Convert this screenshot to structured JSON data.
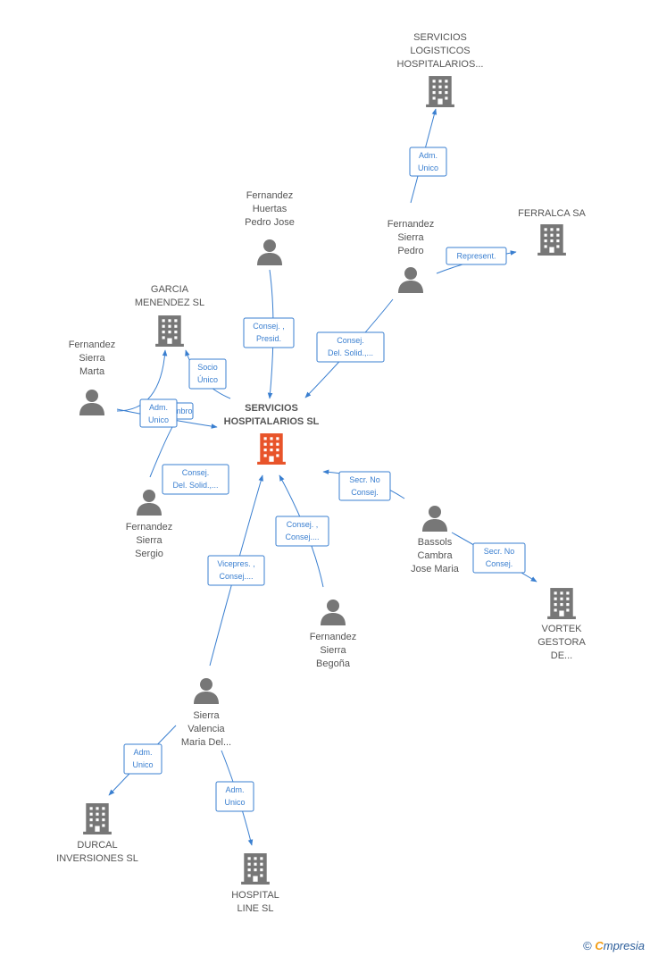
{
  "colors": {
    "edge": "#3a7fd0",
    "node": "#777777",
    "center": "#e8542a"
  },
  "nodes": [
    {
      "id": "servicios-hosp",
      "type": "company",
      "center": true,
      "lines": [
        "SERVICIOS",
        "HOSPITALARIOS SL"
      ]
    },
    {
      "id": "servicios-log",
      "type": "company",
      "lines": [
        "SERVICIOS",
        "LOGISTICOS",
        "HOSPITALARIOS..."
      ]
    },
    {
      "id": "ferralca",
      "type": "company",
      "lines": [
        "FERRALCA SA"
      ]
    },
    {
      "id": "garcia-menendez",
      "type": "company",
      "lines": [
        "GARCIA",
        "MENENDEZ SL"
      ]
    },
    {
      "id": "vortek",
      "type": "company",
      "lines": [
        "VORTEK",
        "GESTORA",
        "DE..."
      ]
    },
    {
      "id": "durcal",
      "type": "company",
      "lines": [
        "DURCAL",
        "INVERSIONES SL"
      ]
    },
    {
      "id": "hospital-line",
      "type": "company",
      "lines": [
        "HOSPITAL",
        "LINE SL"
      ]
    },
    {
      "id": "fh-pedro-jose",
      "type": "person",
      "lines": [
        "Fernandez",
        "Huertas",
        "Pedro Jose"
      ]
    },
    {
      "id": "fs-pedro",
      "type": "person",
      "lines": [
        "Fernandez",
        "Sierra",
        "Pedro"
      ]
    },
    {
      "id": "fs-marta",
      "type": "person",
      "lines": [
        "Fernandez",
        "Sierra",
        "Marta"
      ]
    },
    {
      "id": "fs-sergio",
      "type": "person",
      "lines": [
        "Fernandez",
        "Sierra",
        "Sergio"
      ]
    },
    {
      "id": "bassols",
      "type": "person",
      "lines": [
        "Bassols",
        "Cambra",
        "Jose Maria"
      ]
    },
    {
      "id": "fs-begona",
      "type": "person",
      "lines": [
        "Fernandez",
        "Sierra",
        "Begoña"
      ]
    },
    {
      "id": "sierra-valencia",
      "type": "person",
      "lines": [
        "Sierra",
        "Valencia",
        "Maria Del..."
      ]
    }
  ],
  "edges": [
    {
      "id": "e-fspedro-servlog",
      "lines": [
        "Adm.",
        "Unico"
      ]
    },
    {
      "id": "e-fspedro-ferralca",
      "lines": [
        "Represent."
      ]
    },
    {
      "id": "e-fhpedrojose-center",
      "lines": [
        "Consej. ,",
        "Presid."
      ]
    },
    {
      "id": "e-fspedro-center",
      "lines": [
        "Consej.",
        "Del. Solid.,..."
      ]
    },
    {
      "id": "e-center-garcia",
      "lines": [
        "Socio",
        "Único"
      ]
    },
    {
      "id": "e-marta-center",
      "lines": [
        "Miembro"
      ]
    },
    {
      "id": "e-marta-garcia",
      "lines": [
        "Adm.",
        "Unico"
      ]
    },
    {
      "id": "e-sergio-center",
      "lines": [
        "Consej.",
        "Del. Solid.,..."
      ]
    },
    {
      "id": "e-bassols-center",
      "lines": [
        "Secr.  No",
        "Consej."
      ]
    },
    {
      "id": "e-bassols-vortek",
      "lines": [
        "Secr.  No",
        "Consej."
      ]
    },
    {
      "id": "e-begona-center",
      "lines": [
        "Consej. ,",
        "Consej...."
      ]
    },
    {
      "id": "e-sierravalencia-center",
      "lines": [
        "Vicepres. ,",
        "Consej...."
      ]
    },
    {
      "id": "e-sierravalencia-durcal",
      "lines": [
        "Adm.",
        "Unico"
      ]
    },
    {
      "id": "e-sierravalencia-hospline",
      "lines": [
        "Adm.",
        "Unico"
      ]
    }
  ],
  "footer": {
    "copyright": "©",
    "brand_initial": "C",
    "brand_rest": "mpresia"
  }
}
